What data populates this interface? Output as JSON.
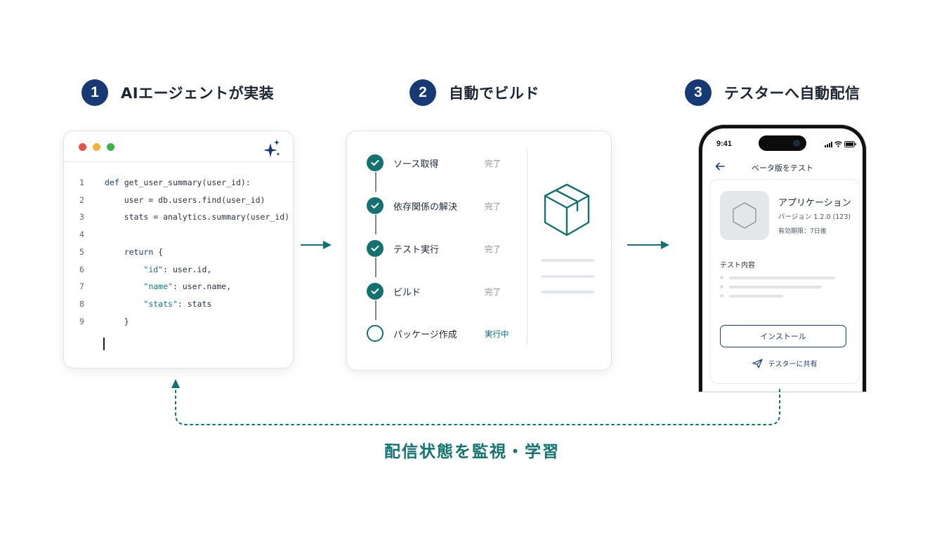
{
  "steps": [
    {
      "number": "1",
      "title": "AIエージェントが実装"
    },
    {
      "number": "2",
      "title": "自動でビルド"
    },
    {
      "number": "3",
      "title": "テスターへ自動配信"
    }
  ],
  "editor": {
    "lines": [
      {
        "n": "1",
        "parts": [
          [
            "kw",
            "def"
          ],
          [
            "",
            " get_user_summary(user_id):"
          ]
        ]
      },
      {
        "n": "2",
        "parts": [
          [
            "",
            "    user = db.users.find(user_id)"
          ]
        ]
      },
      {
        "n": "3",
        "parts": [
          [
            "",
            "    stats = analytics.summary(user_id)"
          ]
        ]
      },
      {
        "n": "4",
        "parts": []
      },
      {
        "n": "5",
        "parts": [
          [
            "",
            "    "
          ],
          [
            "kw",
            "return"
          ],
          [
            "",
            " {"
          ]
        ]
      },
      {
        "n": "6",
        "parts": [
          [
            "",
            "        "
          ],
          [
            "str",
            "\"id\""
          ],
          [
            "",
            ": user.id,"
          ]
        ]
      },
      {
        "n": "7",
        "parts": [
          [
            "",
            "        "
          ],
          [
            "str",
            "\"name\""
          ],
          [
            "",
            ": user.name,"
          ]
        ]
      },
      {
        "n": "8",
        "parts": [
          [
            "",
            "        "
          ],
          [
            "str",
            "\"stats\""
          ],
          [
            "",
            ": stats"
          ]
        ]
      },
      {
        "n": "9",
        "parts": [
          [
            "",
            "    }"
          ]
        ]
      }
    ],
    "window_dots": [
      "#e8524a",
      "#f2b53a",
      "#3cb34d"
    ],
    "sparkle_icon": "sparkle-icon"
  },
  "build": {
    "steps": [
      {
        "label": "ソース取得",
        "status": "完了",
        "done": true
      },
      {
        "label": "依存関係の解決",
        "status": "完了",
        "done": true
      },
      {
        "label": "テスト実行",
        "status": "完了",
        "done": true
      },
      {
        "label": "ビルド",
        "status": "完了",
        "done": true
      },
      {
        "label": "パッケージ作成",
        "status": "実行中",
        "done": false
      }
    ],
    "package_icon": "package-box-icon"
  },
  "phone": {
    "time": "9:41",
    "header_title": "ベータ版をテスト",
    "app_name": "アプリケーション",
    "version": "バージョン 1.2.0 (123)",
    "expiry": "有効期限：7日後",
    "test_contents_label": "テスト内容",
    "install_label": "インストール",
    "share_label": "テスターに共有"
  },
  "loop_label": "配信状態を監視・学習",
  "colors": {
    "navy": "#173a75",
    "teal": "#137170"
  }
}
